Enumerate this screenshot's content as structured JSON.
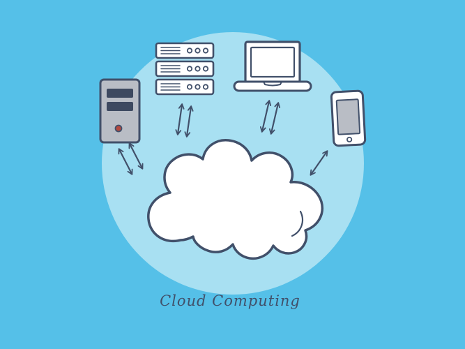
{
  "title": "Cloud Computing",
  "colors": {
    "background": "#55c0e8",
    "halo": "#a8e0f2",
    "white": "#ffffff",
    "outline": "#41506a",
    "device_gray": "#b9bdc5",
    "panel_dark": "#3d4960",
    "power_light": "#b5493f"
  },
  "diagram": {
    "type": "hub-and-spoke",
    "hub": {
      "id": "cloud",
      "icon": "cloud-icon"
    },
    "nodes": [
      {
        "id": "desktop-tower",
        "icon": "desktop-tower-icon"
      },
      {
        "id": "server-stack",
        "icon": "server-stack-icon"
      },
      {
        "id": "laptop",
        "icon": "laptop-icon"
      },
      {
        "id": "smartphone",
        "icon": "smartphone-icon"
      }
    ],
    "connections": [
      {
        "from": "desktop-tower",
        "to": "cloud",
        "direction": "bidirectional"
      },
      {
        "from": "server-stack",
        "to": "cloud",
        "direction": "bidirectional"
      },
      {
        "from": "laptop",
        "to": "cloud",
        "direction": "bidirectional"
      },
      {
        "from": "smartphone",
        "to": "cloud",
        "direction": "bidirectional"
      }
    ]
  }
}
